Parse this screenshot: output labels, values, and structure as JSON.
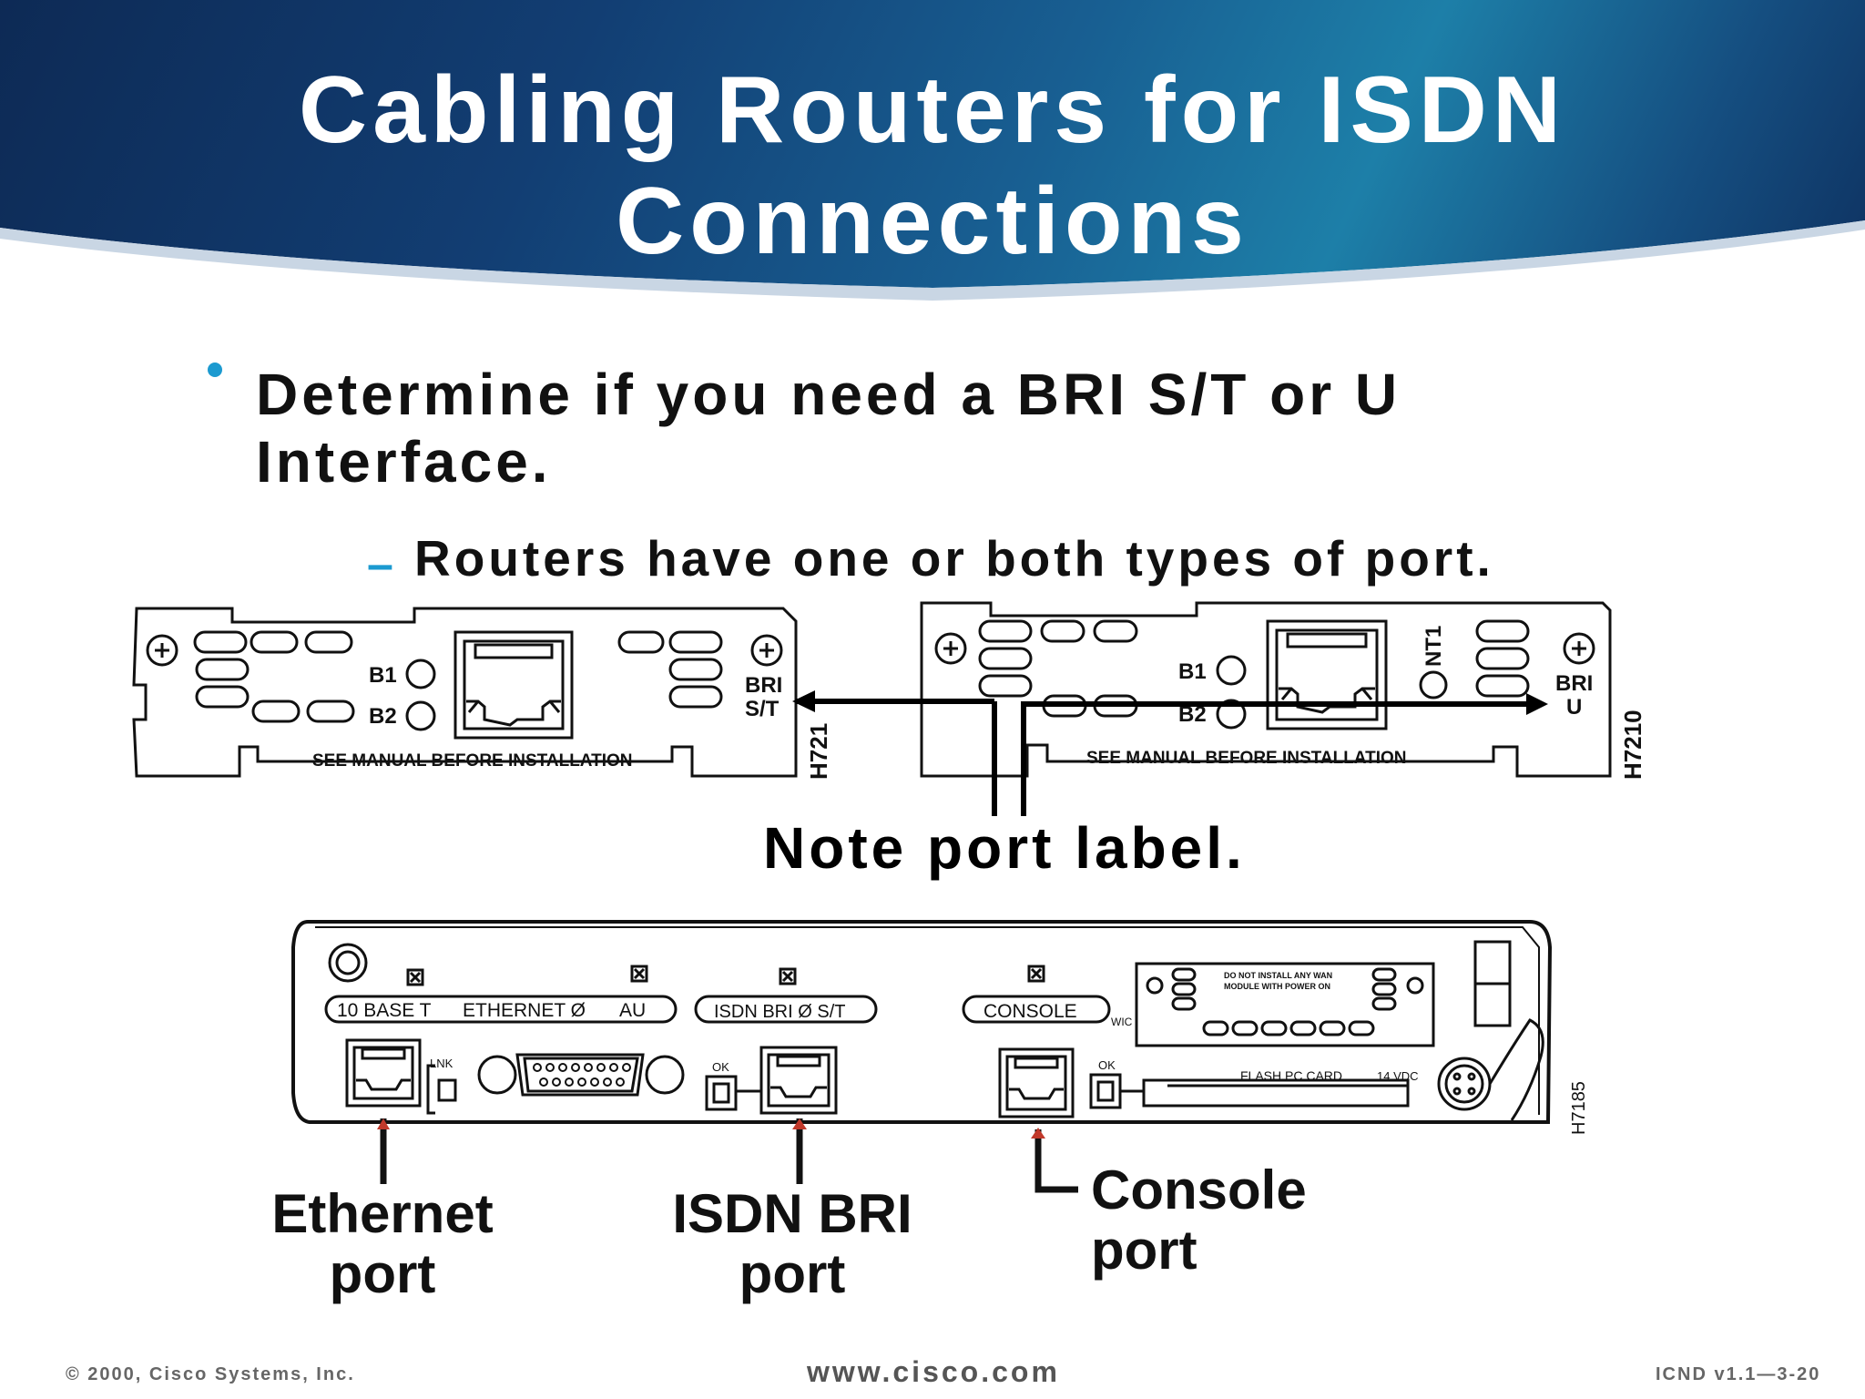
{
  "slide": {
    "title_line1": "Cabling Routers for ISDN",
    "title_line2": "Connections",
    "bullet": "Determine if you need a BRI S/T or U Interface.",
    "sub_bullet": "Routers have one or both types of port.",
    "note": "Note port label."
  },
  "module_st": {
    "b1": "B1",
    "b2": "B2",
    "port_label_1": "BRI",
    "port_label_2": "S/T",
    "warning": "SEE MANUAL BEFORE INSTALLATION",
    "id": "H721"
  },
  "module_u": {
    "b1": "B1",
    "b2": "B2",
    "nt1": "NT1",
    "port_label_1": "BRI",
    "port_label_2": "U",
    "warning": "SEE MANUAL BEFORE INSTALLATION",
    "id": "H7210"
  },
  "router_panel": {
    "eth_label_1": "10 BASE T",
    "eth_label_2": "ETHERNET Ø",
    "eth_label_3": "AU",
    "lnk": "LNK",
    "ok_1": "OK",
    "isdn_label": "ISDN BRI Ø S/T",
    "console_label": "CONSOLE",
    "ok_2": "OK",
    "wic": "WIC",
    "wic_warning_1": "DO NOT INSTALL ANY WAN",
    "wic_warning_2": "MODULE WITH POWER ON",
    "flash": "FLASH PC CARD",
    "power": "14 VDC",
    "id": "H7185"
  },
  "callouts": {
    "ethernet_1": "Ethernet",
    "ethernet_2": "port",
    "isdn_1": "ISDN BRI",
    "isdn_2": "port",
    "console_1": "Console",
    "console_2": "port"
  },
  "footer": {
    "copyright": "© 2000, Cisco Systems, Inc.",
    "url": "www.cisco.com",
    "course": "ICND v1.1—3-20"
  }
}
